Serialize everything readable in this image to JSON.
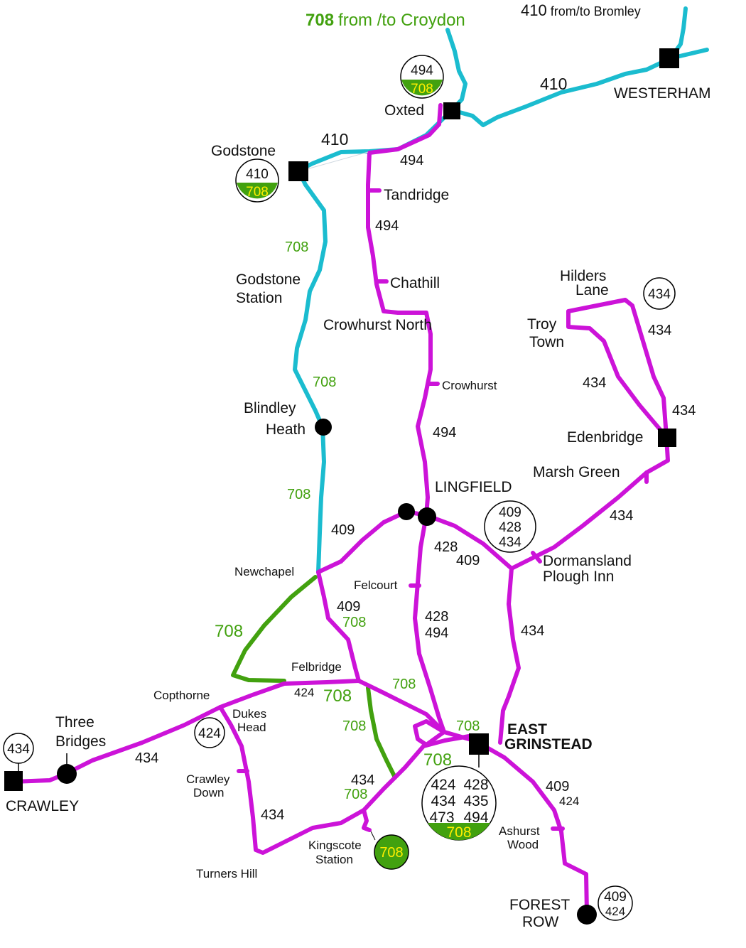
{
  "colors": {
    "route_708_410": "#1bbccf",
    "route_magenta": "#cc13d8",
    "route_708_green": "#42a10f",
    "badge_green": "#42a10f",
    "badge_text_yellow": "#ffee00"
  },
  "headers": {
    "croydon_num": "708",
    "croydon_rest": "from /to Croydon",
    "bromley_num": "410",
    "bromley_rest": "from/to Bromley"
  },
  "places": {
    "westerham": "WESTERHAM",
    "oxted": "Oxted",
    "godstone": "Godstone",
    "tandridge": "Tandridge",
    "chathill": "Chathill",
    "godstone_station_1": "Godstone",
    "godstone_station_2": "Station",
    "crowhurst_north": "Crowhurst North",
    "crowhurst": "Crowhurst",
    "hilders_lane_1": "Hilders",
    "hilders_lane_2": "Lane",
    "troy_town_1": "Troy",
    "troy_town_2": "Town",
    "blindley_heath_1": "Blindley",
    "blindley_heath_2": "Heath",
    "edenbridge": "Edenbridge",
    "marsh_green": "Marsh Green",
    "lingfield": "LINGFIELD",
    "dormansland_1": "Dormansland",
    "dormansland_2": "Plough Inn",
    "newchapel": "Newchapel",
    "felcourt": "Felcourt",
    "felbridge": "Felbridge",
    "copthorne": "Copthorne",
    "dukes_head_1": "Dukes",
    "dukes_head_2": "Head",
    "three_bridges_1": "Three",
    "three_bridges_2": "Bridges",
    "crawley": "CRAWLEY",
    "crawley_down_1": "Crawley",
    "crawley_down_2": "Down",
    "east_grinstead_1": "EAST",
    "east_grinstead_2": "GRINSTEAD",
    "ashurst_wood_1": "Ashurst",
    "ashurst_wood_2": "Wood",
    "kingscote_1": "Kingscote",
    "kingscote_2": "Station",
    "turners_hill": "Turners Hill",
    "forest_row_1": "FOREST",
    "forest_row_2": "ROW"
  },
  "route_labels": {
    "r410_top": "410",
    "r410_godstone": "410",
    "r494_oxted": "494",
    "r494_tandridge": "494",
    "r708_godstone": "708",
    "r708_blindley_n": "708",
    "r708_blindley_s": "708",
    "r434_hilders": "434",
    "r434_troy": "434",
    "r434_eden": "434",
    "r494_crowhurst": "494",
    "r434_marsh": "434",
    "r409_newchapel": "409",
    "r428_ling": "428",
    "r409_ling": "409",
    "r409_felbridge": "409",
    "r708_felbridge": "708",
    "r428_felcourt": "428",
    "r494_felcourt": "494",
    "r434_dorm": "434",
    "r708_green_big": "708",
    "r708_egr_n": "708",
    "r424_copthorne": "424",
    "r708_copthorne": "708",
    "r708_green_kings": "708",
    "r708_egr_w": "708",
    "r708_egr_s": "708",
    "r434_three": "434",
    "r434_kings": "434",
    "r708_kings": "708",
    "r434_crawley_down": "434",
    "r409_ashurst": "409",
    "r424_ashurst": "424"
  },
  "badges": {
    "oxted": [
      "494",
      "708"
    ],
    "godstone": [
      "410",
      "708"
    ],
    "edenbridge": [
      "434"
    ],
    "lingfield": [
      "409",
      "428",
      "434"
    ],
    "crawley": [
      "434"
    ],
    "dukes_head": [
      "424"
    ],
    "east_grinstead": [
      "424",
      "428",
      "434",
      "435",
      "473",
      "494",
      "708"
    ],
    "kingscote": [
      "708"
    ],
    "forest_row": [
      "409",
      "424"
    ]
  }
}
